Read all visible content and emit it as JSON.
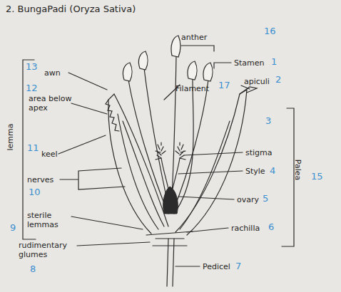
{
  "diagram": {
    "title": "2. BungaPadi (Oryza Sativa)",
    "labels": [
      "anther",
      "16",
      "Stamen",
      "1",
      "Filament",
      "17",
      "apiculi",
      "2",
      "3",
      "stigma",
      "Style",
      "4",
      "ovary",
      "5",
      "rachilla",
      "6",
      "Pedicel",
      "7",
      "Palea",
      "15",
      "13",
      "awn",
      "12",
      "area below apex",
      "lemma",
      "11",
      "keel",
      "nerves",
      "10",
      "sterile lemmas",
      "9",
      "rudimentary glumes",
      "8"
    ]
  }
}
